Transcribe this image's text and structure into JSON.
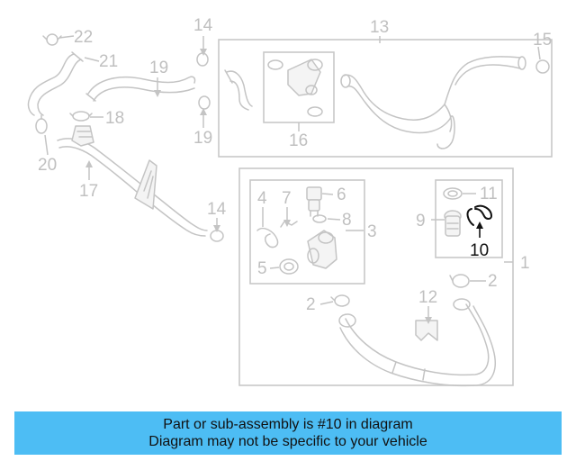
{
  "diagram": {
    "callouts": [
      "1",
      "2",
      "2",
      "3",
      "4",
      "5",
      "6",
      "7",
      "8",
      "9",
      "10",
      "11",
      "12",
      "13",
      "14",
      "14",
      "15",
      "16",
      "17",
      "18",
      "19",
      "19",
      "20",
      "21",
      "22"
    ],
    "highlighted_part": "10"
  },
  "notice": {
    "line1": "Part or sub-assembly is #10 in diagram",
    "line2": "Diagram may not be specific to your vehicle",
    "background": "#4dbdf4"
  },
  "colors": {
    "line": "#c4c4c4",
    "highlight": "#111111"
  }
}
